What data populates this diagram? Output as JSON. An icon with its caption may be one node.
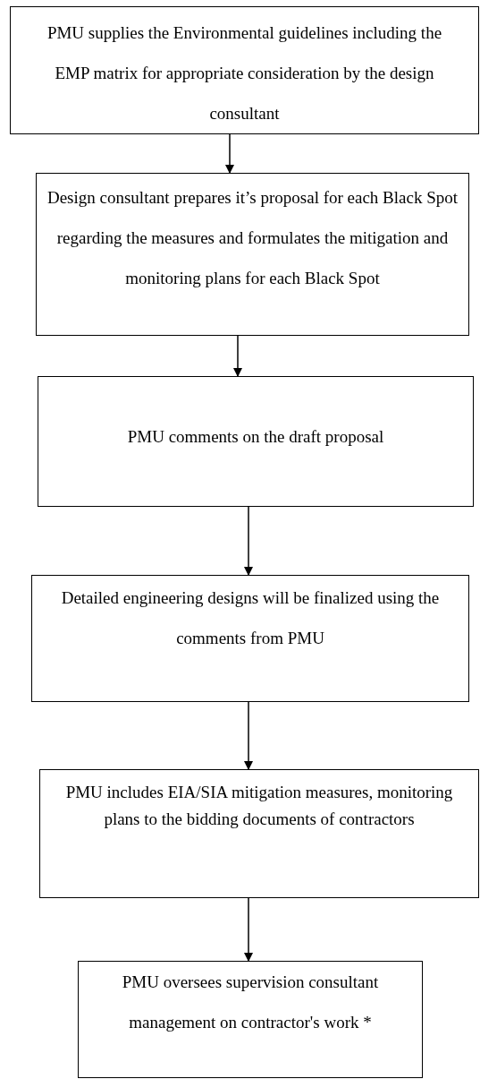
{
  "diagram": {
    "nodes": [
      {
        "text": [
          "PMU supplies the Environmental guidelines including the EMP matrix for appropriate consideration by the design consultant"
        ]
      },
      {
        "text": [
          "Design consultant prepares it’s proposal for each Black Spot regarding the measures and formulates the mitigation and monitoring plans for each Black Spot"
        ]
      },
      {
        "text": [
          "PMU comments on the draft proposal"
        ]
      },
      {
        "text": [
          "Detailed engineering designs will be finalized using the comments from PMU"
        ]
      },
      {
        "text": [
          "PMU includes EIA/SIA mitigation measures, monitoring plans to the bidding documents of contractors"
        ]
      },
      {
        "text": [
          "PMU oversees supervision consultant management on contractor's work *"
        ]
      }
    ],
    "edges": [
      {
        "from": 0,
        "to": 1,
        "arrow": "to"
      },
      {
        "from": 1,
        "to": 2,
        "arrow": "to"
      },
      {
        "from": 2,
        "to": 3,
        "arrow": "to"
      },
      {
        "from": 3,
        "to": 4,
        "arrow": "to"
      },
      {
        "from": 4,
        "to": 5,
        "arrow": "to"
      }
    ]
  }
}
